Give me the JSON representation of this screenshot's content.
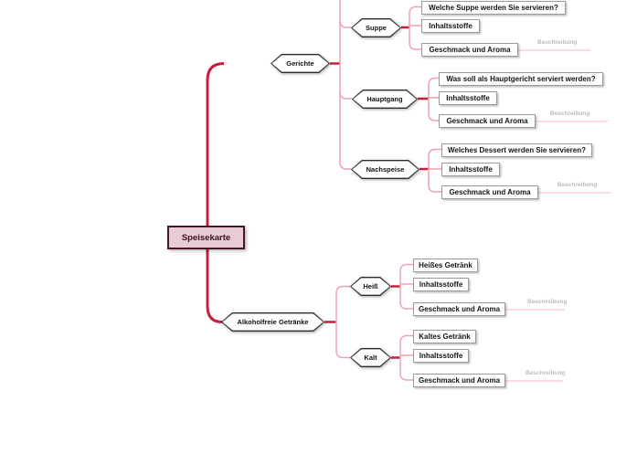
{
  "colors": {
    "trunk": "#c5203c",
    "branch_line": "#efa2b2",
    "note_line": "#f3bac7",
    "root_fill": "#e7ccd3",
    "root_border": "#4a1527",
    "hex_border": "#2d2d2d",
    "leaf_border": "#9b9b9b",
    "note_text": "#bcbcbc",
    "background": "#ffffff"
  },
  "root": {
    "label": "Speisekarte"
  },
  "branches": [
    {
      "label": "Gerichte",
      "children": [
        {
          "label": "Suppe",
          "children": [
            {
              "label": "Welche Suppe werden Sie servieren?"
            },
            {
              "label": "Inhaltsstoffe"
            },
            {
              "label": "Geschmack und Aroma",
              "note": "Beschreibung"
            }
          ]
        },
        {
          "label": "Hauptgang",
          "children": [
            {
              "label": "Was soll als Hauptgericht serviert werden?"
            },
            {
              "label": "Inhaltsstoffe"
            },
            {
              "label": "Geschmack und Aroma",
              "note": "Beschreibung"
            }
          ]
        },
        {
          "label": "Nachspeise",
          "children": [
            {
              "label": "Welches Dessert werden Sie servieren?"
            },
            {
              "label": "Inhaltsstoffe"
            },
            {
              "label": "Geschmack und Aroma",
              "note": "Beschreibung"
            }
          ]
        }
      ]
    },
    {
      "label": "Alkoholfreie Getränke",
      "children": [
        {
          "label": "Heiß",
          "children": [
            {
              "label": "Heißes Getränk"
            },
            {
              "label": "Inhaltsstoffe"
            },
            {
              "label": "Geschmack und Aroma",
              "note": "Beschreibung"
            }
          ]
        },
        {
          "label": "Kalt",
          "children": [
            {
              "label": "Kaltes Getränk"
            },
            {
              "label": "Inhaltsstoffe"
            },
            {
              "label": "Geschmack und Aroma",
              "note": "Beschreibung"
            }
          ]
        }
      ]
    }
  ]
}
